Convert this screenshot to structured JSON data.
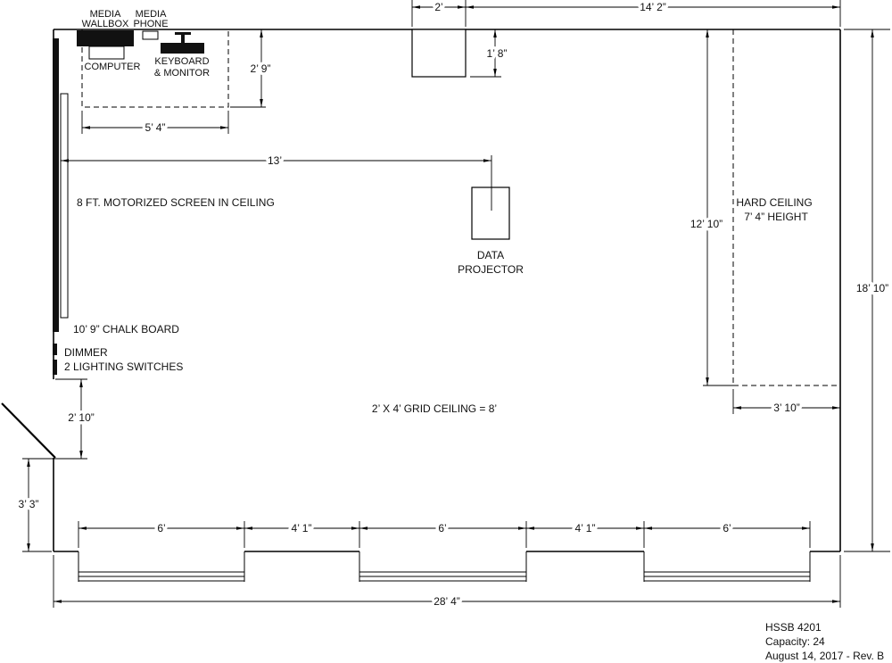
{
  "title_block": {
    "room": "HSSB 4201",
    "capacity": "Capacity: 24",
    "revision": "August 14, 2017 - Rev. B"
  },
  "equipment": {
    "media_wallbox": [
      "MEDIA",
      "WALLBOX"
    ],
    "media_phone": [
      "MEDIA",
      "PHONE"
    ],
    "computer": "COMPUTER",
    "keyboard_monitor": [
      "KEYBOARD",
      "& MONITOR"
    ],
    "data_projector": [
      "DATA",
      "PROJECTOR"
    ]
  },
  "wall_features": {
    "screen": "8 FT. MOTORIZED SCREEN IN CEILING",
    "chalk_board": "10’ 9” CHALK BOARD",
    "dimmer": "DIMMER",
    "lighting_switches": "2 LIGHTING SWITCHES"
  },
  "ceiling": {
    "hard_ceiling": [
      "HARD CEILING",
      "7’ 4” HEIGHT"
    ],
    "grid_ceiling": "2’ X 4’ GRID CEILING = 8’"
  },
  "dimensions": {
    "column_width": "2’",
    "column_to_right_wall": "14’ 2”",
    "column_depth": "1’ 8”",
    "media_area_depth": "2’ 9”",
    "media_area_width": "5’ 4”",
    "screen_to_projector": "13’",
    "hard_ceiling_length": "12’ 10”",
    "hard_ceiling_width": "3’ 10”",
    "room_width": "18’ 10”",
    "door_width": "2’ 10”",
    "door_to_corner": "3’ 3”",
    "windows": [
      "6’",
      "4’ 1”",
      "6’",
      "4’ 1”",
      "6’"
    ],
    "room_length": "28’ 4”"
  }
}
